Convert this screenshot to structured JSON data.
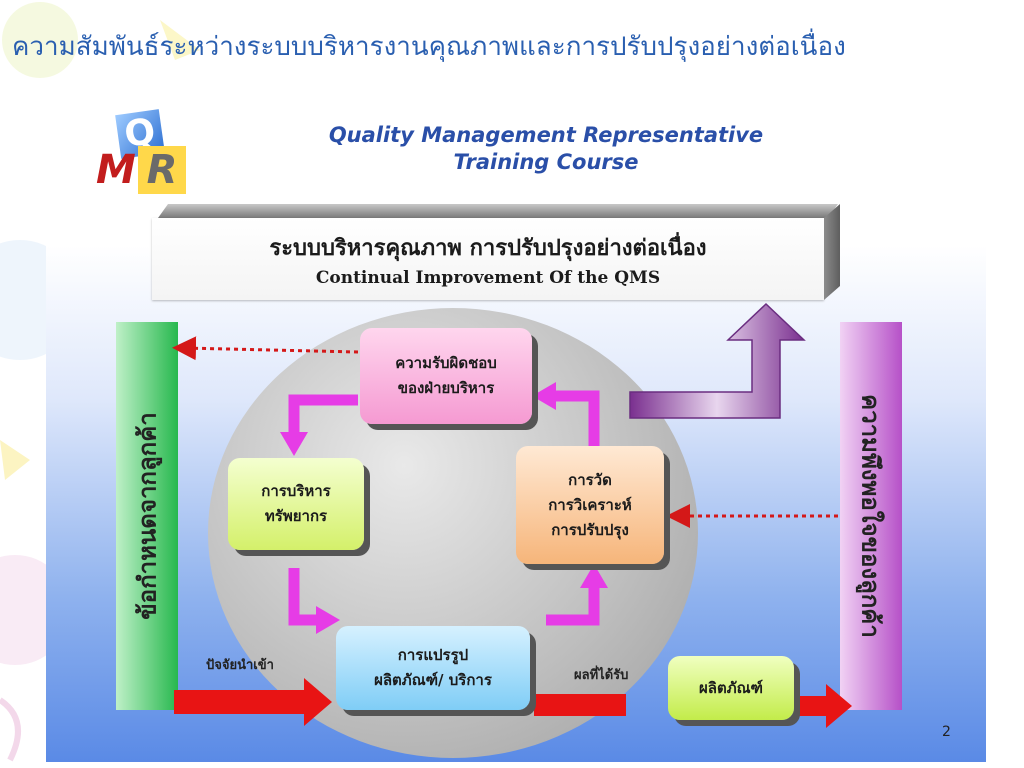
{
  "page_title": "ความสัมพันธ์ระหว่างระบบบริหารงานคุณภาพและการปรับปรุงอย่างต่อเนื่อง",
  "logo": {
    "q": "Q",
    "m": "M",
    "r": "R"
  },
  "course_title_line1": "Quality Management  Representative",
  "course_title_line2": "Training Course",
  "banner": {
    "thai": "ระบบบริหารคุณภาพ การปรับปรุงอย่างต่อเนื่อง",
    "english": "Continual Improvement Of the QMS"
  },
  "left_bar": "ข้อกำหนดจากลูกค้า",
  "right_bar": "ความพึงพอใจของลูกค้า",
  "boxes": {
    "responsibility": {
      "line1": "ความรับผิดชอบ",
      "line2": "ของฝ่ายบริหาร"
    },
    "resource": {
      "line1": "การบริหาร",
      "line2": "ทรัพยากร"
    },
    "measurement": {
      "line1": "การวัด",
      "line2": "การวิเคราะห์",
      "line3": "การปรับปรุง"
    },
    "transformation": {
      "line1": "การแปรรูป",
      "line2": "ผลิตภัณฑ์/ บริการ"
    },
    "product": "ผลิตภัณฑ์"
  },
  "flow_labels": {
    "input": "ปัจจัยนำเข้า",
    "output": "ผลที่ได้รับ"
  },
  "page_number": "2",
  "colors": {
    "title_blue": "#2a5fb0",
    "arrow_red": "#e81414",
    "arrow_magenta": "#e63ce6",
    "dotted_red": "#d41818",
    "improve_arrow": "#a46fb8"
  }
}
